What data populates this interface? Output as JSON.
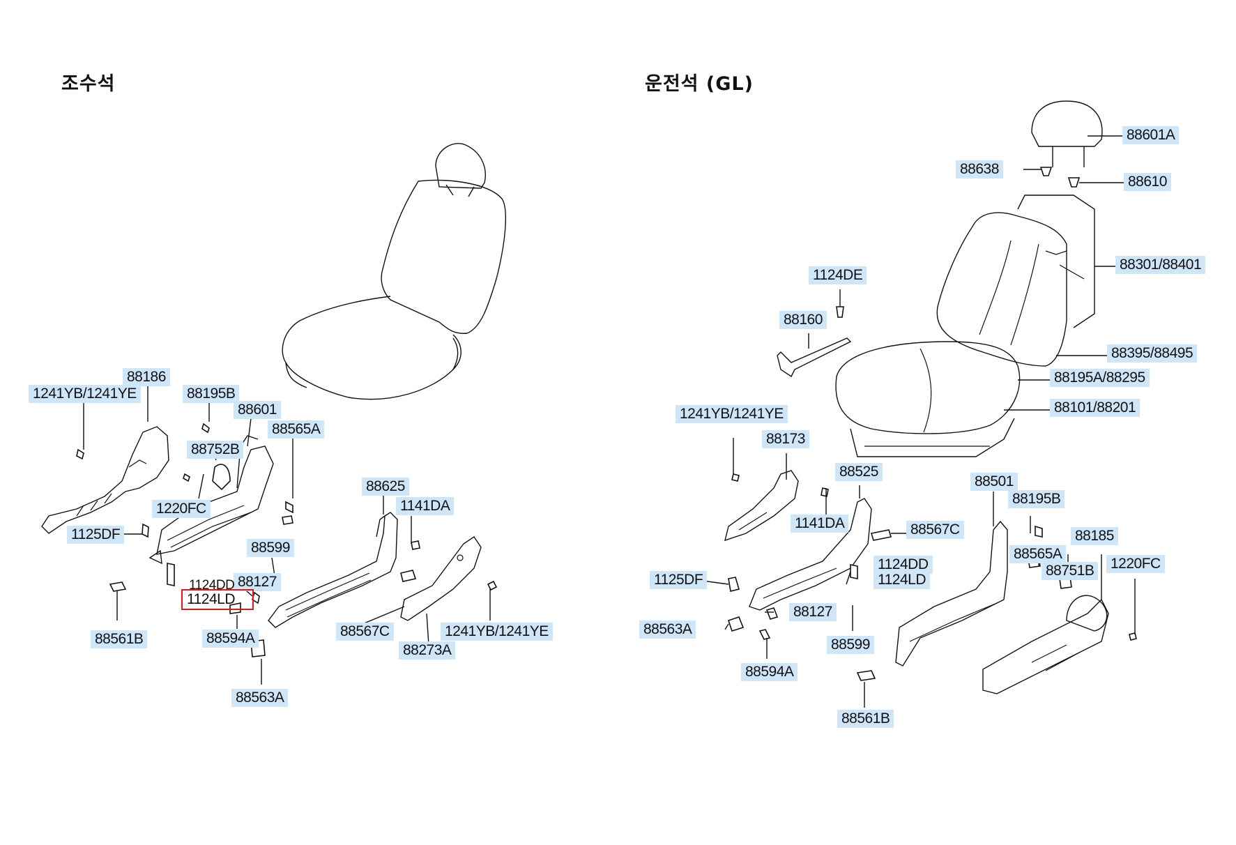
{
  "sections": {
    "left_title": "조수석",
    "right_title": "운전석 (GL)"
  },
  "left_labels": {
    "p88186": "88186",
    "p1241yb_top": "1241YB/1241YE",
    "p88195b": "88195B",
    "p88601": "88601",
    "p88565a": "88565A",
    "p88752b": "88752B",
    "p1220fc": "1220FC",
    "p1125df": "1125DF",
    "p88625": "88625",
    "p1141da": "1141DA",
    "p88599": "88599",
    "p88127": "88127",
    "p1124dd": "1124DD",
    "p1124ld": "1124LD",
    "p88561b": "88561B",
    "p88594a": "88594A",
    "p88567c": "88567C",
    "p1241yb_bottom": "1241YB/1241YE",
    "p88273a": "88273A",
    "p88563a": "88563A"
  },
  "right_labels": {
    "p88601a": "88601A",
    "p88638": "88638",
    "p88610": "88610",
    "p88301": "88301/88401",
    "p1124de": "1124DE",
    "p88160": "88160",
    "p88395": "88395/88495",
    "p88195a": "88195A/88295",
    "p88101": "88101/88201",
    "p1241yb": "1241YB/1241YE",
    "p88173": "88173",
    "p88525": "88525",
    "p88501": "88501",
    "p88195b": "88195B",
    "p1141da": "1141DA",
    "p88567c": "88567C",
    "p88565a": "88565A",
    "p88185": "88185",
    "p88751b": "88751B",
    "p1220fc": "1220FC",
    "p1124dd": "1124DD",
    "p1124ld": "1124LD",
    "p1125df": "1125DF",
    "p88127": "88127",
    "p88563a": "88563A",
    "p88599": "88599",
    "p88594a": "88594A",
    "p88561b": "88561B"
  },
  "highlight_color": "#e01818",
  "label_background": "#cfe5f8"
}
